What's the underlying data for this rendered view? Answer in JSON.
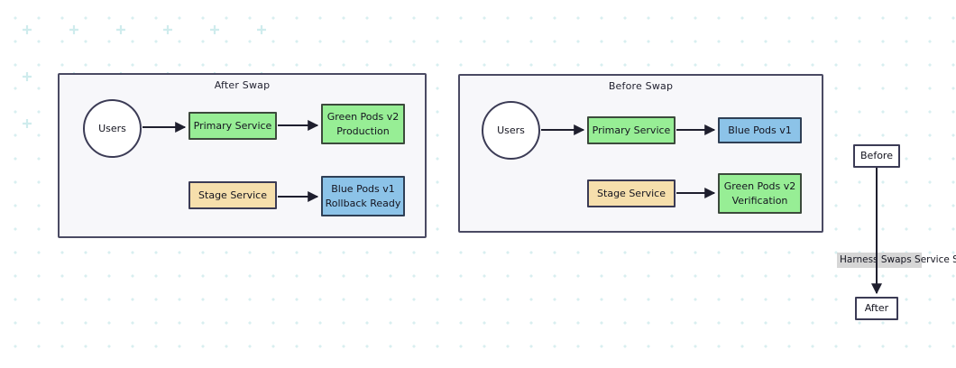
{
  "diagram": {
    "title_hidden": "",
    "background": {
      "grid_dot_color": "#d8eff0",
      "grid_cross_color": "#cfeced",
      "canvas_color": "#ffffff"
    },
    "palette": {
      "green": "#97ee95",
      "blue": "#8cc3e8",
      "orange": "#f6dfac",
      "white": "#ffffff",
      "border": "#3b3b55",
      "cluster_fill": "#f7f7fa",
      "edge_label_bg": "#d6d6d6",
      "edge_stroke": "#1f1f2e"
    },
    "clusters": [
      {
        "id": "after-swap",
        "label": "After Swap",
        "nodes": [
          {
            "id": "after-users",
            "label_lines": [
              "Users"
            ],
            "shape": "circle",
            "style": "white"
          },
          {
            "id": "after-primary",
            "label_lines": [
              "Primary Service"
            ],
            "shape": "rect",
            "style": "green"
          },
          {
            "id": "after-green-pods",
            "label_lines": [
              "Green Pods v2",
              "Production"
            ],
            "shape": "rect",
            "style": "green"
          },
          {
            "id": "after-stage",
            "label_lines": [
              "Stage Service"
            ],
            "shape": "rect",
            "style": "orange"
          },
          {
            "id": "after-blue-pods",
            "label_lines": [
              "Blue Pods v1",
              "Rollback Ready"
            ],
            "shape": "rect",
            "style": "blue"
          }
        ],
        "edges": [
          {
            "from": "after-users",
            "to": "after-primary"
          },
          {
            "from": "after-primary",
            "to": "after-green-pods"
          },
          {
            "from": "after-stage",
            "to": "after-blue-pods"
          }
        ]
      },
      {
        "id": "before-swap",
        "label": "Before Swap",
        "nodes": [
          {
            "id": "before-users",
            "label_lines": [
              "Users"
            ],
            "shape": "circle",
            "style": "white"
          },
          {
            "id": "before-primary",
            "label_lines": [
              "Primary Service"
            ],
            "shape": "rect",
            "style": "green"
          },
          {
            "id": "before-blue-pods",
            "label_lines": [
              "Blue Pods v1"
            ],
            "shape": "rect",
            "style": "blue"
          },
          {
            "id": "before-stage",
            "label_lines": [
              "Stage Service"
            ],
            "shape": "rect",
            "style": "orange"
          },
          {
            "id": "before-green-pods",
            "label_lines": [
              "Green Pods v2",
              "Verification"
            ],
            "shape": "rect",
            "style": "green"
          }
        ],
        "edges": [
          {
            "from": "before-users",
            "to": "before-primary"
          },
          {
            "from": "before-primary",
            "to": "before-blue-pods"
          },
          {
            "from": "before-stage",
            "to": "before-green-pods"
          }
        ]
      }
    ],
    "timeline": {
      "nodes": [
        {
          "id": "state-before",
          "label_lines": [
            "Before"
          ],
          "shape": "rect",
          "style": "white"
        },
        {
          "id": "state-after",
          "label_lines": [
            "After"
          ],
          "shape": "rect",
          "style": "white"
        }
      ],
      "edges": [
        {
          "from": "state-before",
          "to": "state-after",
          "label_lines": [
            "Harness Swaps",
            "Service Selectors"
          ]
        }
      ]
    }
  }
}
